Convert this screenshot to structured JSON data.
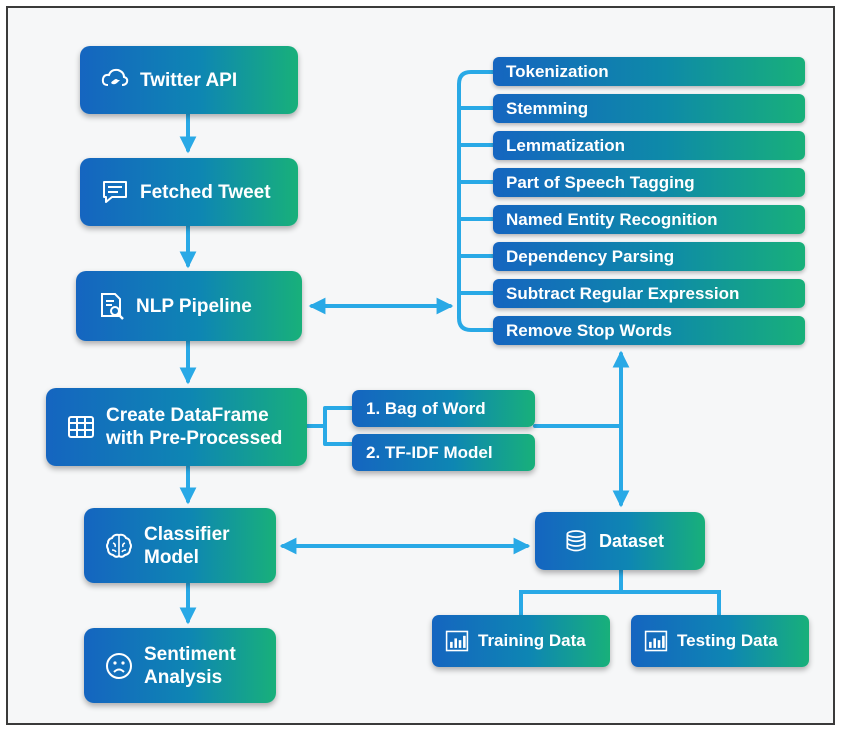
{
  "flow": {
    "twitter_api": "Twitter API",
    "fetched_tweet": "Fetched Tweet",
    "nlp_pipeline": "NLP Pipeline",
    "create_dataframe": "Create DataFrame\nwith Pre-Processed",
    "classifier_model": "Classifier\nModel",
    "sentiment_analysis": "Sentiment\nAnalysis"
  },
  "nlp_steps": [
    "Tokenization",
    "Stemming",
    "Lemmatization",
    "Part of Speech Tagging",
    "Named Entity Recognition",
    "Dependency Parsing",
    "Subtract Regular Expression",
    "Remove Stop Words"
  ],
  "features": {
    "bag_of_word": "1. Bag of Word",
    "tfidf": "2. TF-IDF Model"
  },
  "dataset": {
    "label": "Dataset",
    "training": "Training Data",
    "testing": "Testing Data"
  },
  "icons": {
    "twitter_api": "cloud-bird-icon",
    "fetched_tweet": "message-icon",
    "nlp_pipeline": "document-search-icon",
    "create_dataframe": "table-icon",
    "classifier_model": "brain-icon",
    "sentiment_analysis": "sad-face-icon",
    "dataset": "database-icon",
    "training": "bar-chart-icon",
    "testing": "bar-chart-icon"
  },
  "colors": {
    "gradient_start": "#1565c0",
    "gradient_end": "#18b07a",
    "arrow": "#29a9e6"
  }
}
